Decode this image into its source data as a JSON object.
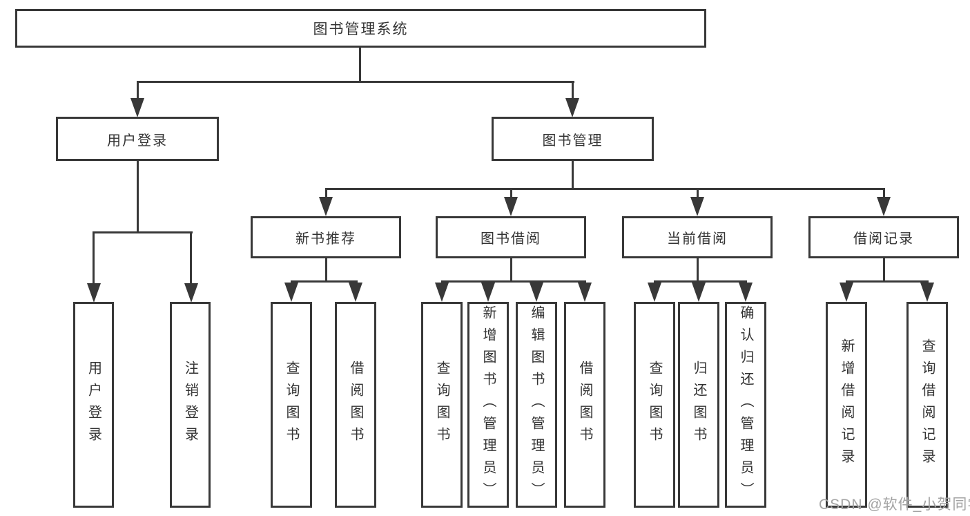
{
  "tree": {
    "label": "图书管理系统",
    "children": [
      {
        "label": "用户登录",
        "children": [
          {
            "label": "用户登录"
          },
          {
            "label": "注销登录"
          }
        ]
      },
      {
        "label": "图书管理",
        "children": [
          {
            "label": "新书推荐",
            "children": [
              {
                "label": "查询图书"
              },
              {
                "label": "借阅图书"
              }
            ]
          },
          {
            "label": "图书借阅",
            "children": [
              {
                "label": "查询图书"
              },
              {
                "label": "新增图书（管理员）"
              },
              {
                "label": "编辑图书（管理员）"
              },
              {
                "label": "借阅图书"
              }
            ]
          },
          {
            "label": "当前借阅",
            "children": [
              {
                "label": "查询图书"
              },
              {
                "label": "归还图书"
              },
              {
                "label": "确认归还（管理员）"
              }
            ]
          },
          {
            "label": "借阅记录",
            "children": [
              {
                "label": "新增借阅记录"
              },
              {
                "label": "查询借阅记录"
              }
            ]
          }
        ]
      }
    ]
  },
  "watermark": {
    "text": "CSDN @软件_小贺同学"
  },
  "colors": {
    "line": "#383838",
    "text": "#333333",
    "watermark": "#a3a3a3",
    "background": "#ffffff"
  }
}
